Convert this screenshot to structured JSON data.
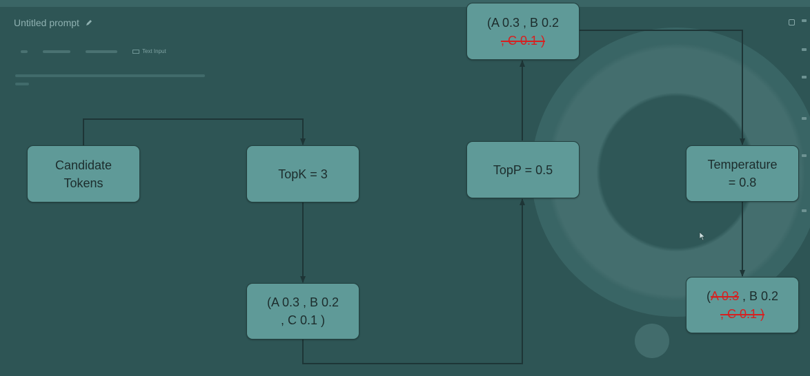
{
  "header": {
    "prompt_title": "Untitled prompt",
    "text_input_label": "Text Input"
  },
  "nodes": {
    "candidate": {
      "line1": "Candidate",
      "line2": "Tokens"
    },
    "topk": {
      "label": "TopK = 3"
    },
    "after_topk": {
      "line1": "(A 0.3 , B 0.2",
      "line2": ", C 0.1 )"
    },
    "topp": {
      "label": "TopP = 0.5"
    },
    "after_topp": {
      "line1": "(A 0.3 , B 0.2",
      "line2_struck": ", C 0.1 )"
    },
    "temperature": {
      "line1": "Temperature",
      "line2": "= 0.8"
    },
    "after_temp": {
      "open": "(",
      "a_struck": "A 0.3",
      "b": " , B 0.2",
      "line2_struck": ", C 0.1 )"
    }
  },
  "colors": {
    "background": "#2e5555",
    "node_fill": "#5f9a98",
    "arrow": "#1e3536",
    "strike": "#d81f1f"
  }
}
